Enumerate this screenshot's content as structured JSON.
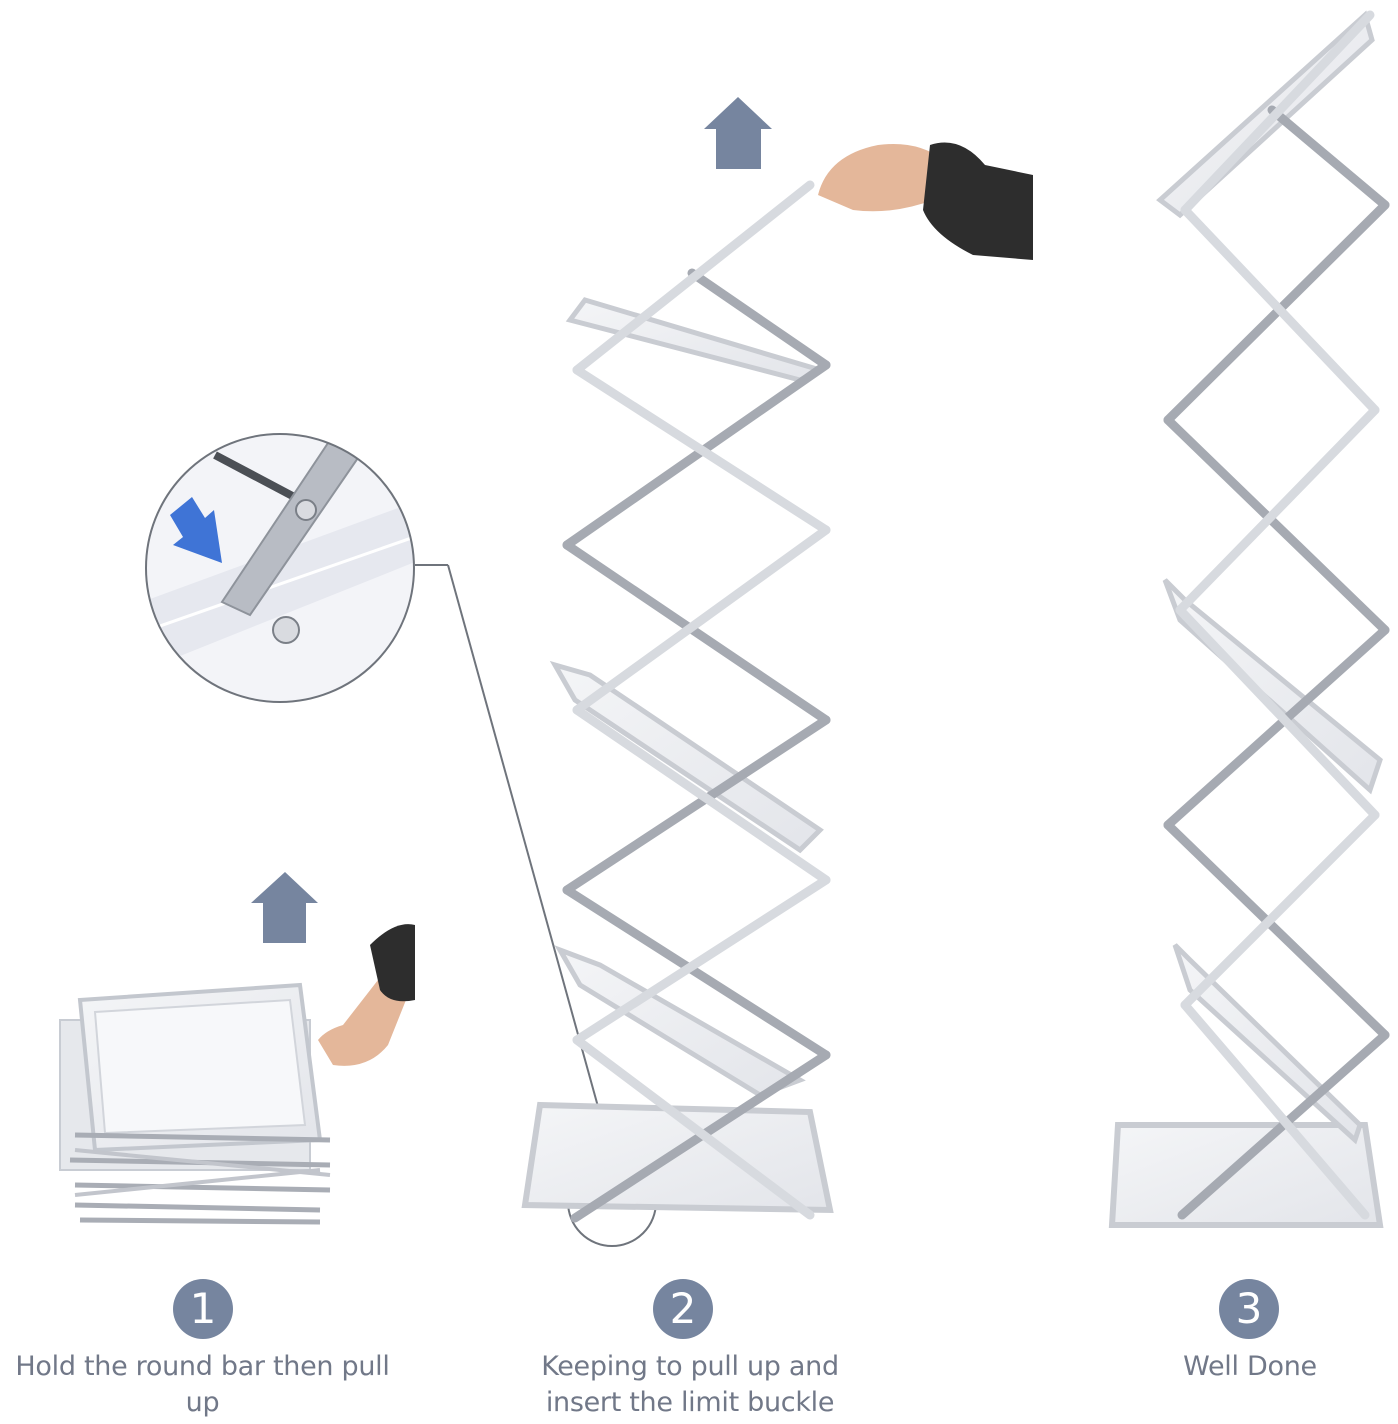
{
  "figure": {
    "type": "assembly-instructions",
    "subject": "folding brochure display stand",
    "accent_color": "#76859f",
    "callout_arrow_color": "#3f74d6",
    "caption_color": "#717888"
  },
  "steps": [
    {
      "number": "1",
      "caption": "Hold the round bar then pull up"
    },
    {
      "number": "2",
      "caption_line1": "Keeping to pull up and",
      "caption_line2": "insert the limit buckle"
    },
    {
      "number": "3",
      "caption": "Well Done"
    }
  ]
}
